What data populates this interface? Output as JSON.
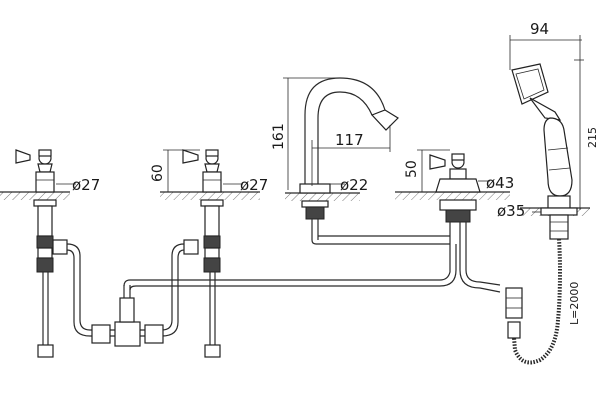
{
  "dimensions": {
    "valve1_diameter": "ø27",
    "valve2_height": "60",
    "valve2_diameter": "ø27",
    "spout_height": "161",
    "spout_reach": "117",
    "spout_diameter": "ø22",
    "diverter_height": "50",
    "diverter_diameter": "ø43",
    "handshower_width": "94",
    "handshower_height": "215",
    "handshower_base_diameter": "ø35",
    "hose_length": "L=2000"
  },
  "colors": {
    "line": "#2a2a2a",
    "background": "#ffffff"
  }
}
